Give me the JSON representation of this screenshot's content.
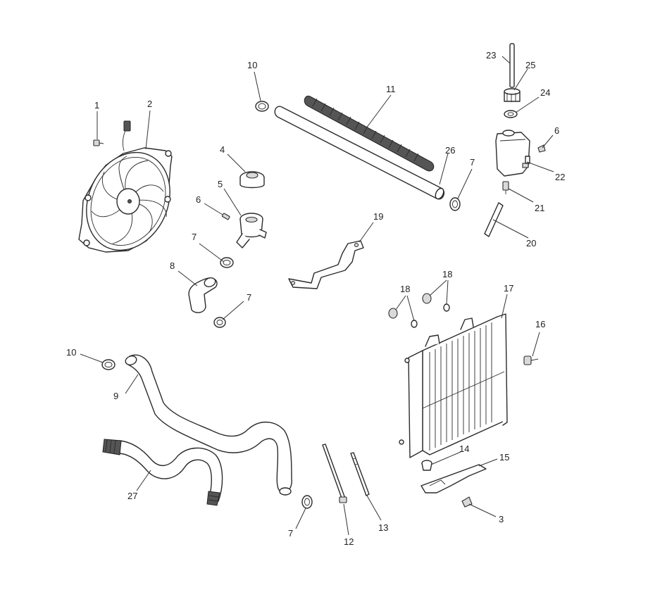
{
  "callouts": [
    {
      "id": "c1",
      "label": "1"
    },
    {
      "id": "c2",
      "label": "2"
    },
    {
      "id": "c3",
      "label": "3"
    },
    {
      "id": "c4",
      "label": "4"
    },
    {
      "id": "c5",
      "label": "5"
    },
    {
      "id": "c6a",
      "label": "6"
    },
    {
      "id": "c6b",
      "label": "6"
    },
    {
      "id": "c7a",
      "label": "7"
    },
    {
      "id": "c7b",
      "label": "7"
    },
    {
      "id": "c7c",
      "label": "7"
    },
    {
      "id": "c7d",
      "label": "7"
    },
    {
      "id": "c8",
      "label": "8"
    },
    {
      "id": "c9",
      "label": "9"
    },
    {
      "id": "c10a",
      "label": "10"
    },
    {
      "id": "c10b",
      "label": "10"
    },
    {
      "id": "c11",
      "label": "11"
    },
    {
      "id": "c12",
      "label": "12"
    },
    {
      "id": "c13",
      "label": "13"
    },
    {
      "id": "c14",
      "label": "14"
    },
    {
      "id": "c15",
      "label": "15"
    },
    {
      "id": "c16",
      "label": "16"
    },
    {
      "id": "c17",
      "label": "17"
    },
    {
      "id": "c18a",
      "label": "18"
    },
    {
      "id": "c18b",
      "label": "18"
    },
    {
      "id": "c19",
      "label": "19"
    },
    {
      "id": "c20",
      "label": "20"
    },
    {
      "id": "c21",
      "label": "21"
    },
    {
      "id": "c22",
      "label": "22"
    },
    {
      "id": "c23",
      "label": "23"
    },
    {
      "id": "c24",
      "label": "24"
    },
    {
      "id": "c25",
      "label": "25"
    },
    {
      "id": "c26",
      "label": "26"
    },
    {
      "id": "c27",
      "label": "27"
    }
  ]
}
